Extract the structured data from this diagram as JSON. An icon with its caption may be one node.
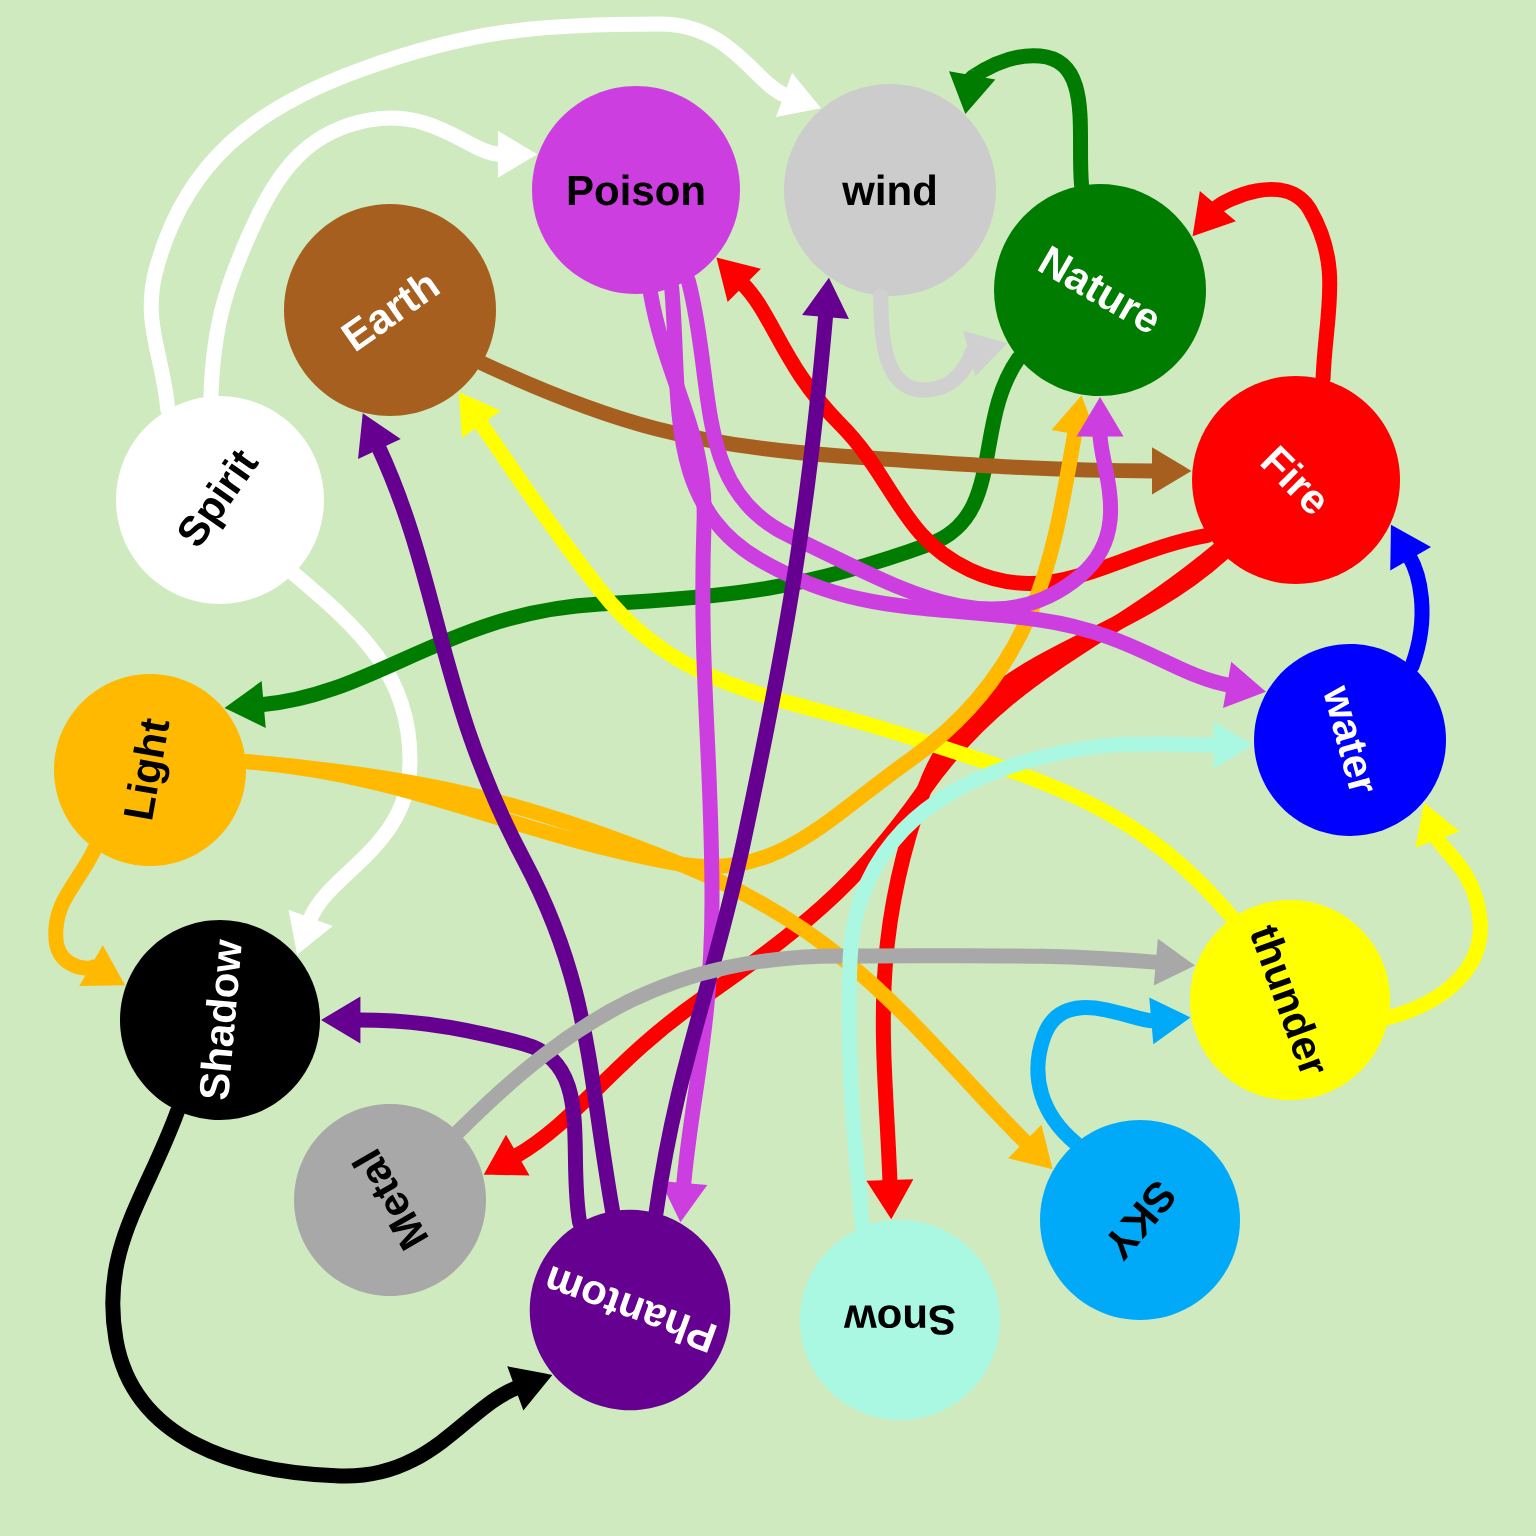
{
  "diagram": {
    "nodes": [
      {
        "text": [
          "Poison"
        ]
      },
      {
        "text": [
          "wind"
        ]
      },
      {
        "text": [
          "Nature"
        ]
      },
      {
        "text": [
          "Earth"
        ]
      },
      {
        "text": [
          "Spirit"
        ]
      },
      {
        "text": [
          "Fire"
        ]
      },
      {
        "text": [
          "Light"
        ]
      },
      {
        "text": [
          "water"
        ]
      },
      {
        "text": [
          "Shadow"
        ]
      },
      {
        "text": [
          "thunder"
        ]
      },
      {
        "text": [
          "Metal"
        ]
      },
      {
        "text": [
          "Phantom"
        ]
      },
      {
        "text": [
          "Snow"
        ]
      },
      {
        "text": [
          "SKY"
        ]
      }
    ],
    "edges": [
      {
        "from": 4,
        "to": 0,
        "arrow": "to",
        "color": "#ffffff"
      },
      {
        "from": 4,
        "to": 1,
        "arrow": "to",
        "color": "#ffffff"
      },
      {
        "from": 4,
        "to": 8,
        "arrow": "to",
        "color": "#ffffff"
      },
      {
        "from": 2,
        "to": 1,
        "arrow": "to",
        "color": "#007c00"
      },
      {
        "from": 2,
        "to": 6,
        "arrow": "to",
        "color": "#007c00"
      },
      {
        "from": 1,
        "to": 2,
        "arrow": "to",
        "color": "#d0d0d0"
      },
      {
        "from": 3,
        "to": 5,
        "arrow": "to",
        "color": "#a65f1e"
      },
      {
        "from": 5,
        "to": 2,
        "arrow": "to",
        "color": "#ff0000"
      },
      {
        "from": 5,
        "to": 0,
        "arrow": "to",
        "color": "#ff0000"
      },
      {
        "from": 5,
        "to": 10,
        "arrow": "to",
        "color": "#ff0000"
      },
      {
        "from": 5,
        "to": 12,
        "arrow": "to",
        "color": "#ff0000"
      },
      {
        "from": 7,
        "to": 5,
        "arrow": "to",
        "color": "#0000ff"
      },
      {
        "from": 9,
        "to": 7,
        "arrow": "to",
        "color": "#ffff00"
      },
      {
        "from": 9,
        "to": 3,
        "arrow": "to",
        "color": "#ffff00"
      },
      {
        "from": 6,
        "to": 8,
        "arrow": "to",
        "color": "#ffb900"
      },
      {
        "from": 6,
        "to": 2,
        "arrow": "to",
        "color": "#ffb900"
      },
      {
        "from": 6,
        "to": 13,
        "arrow": "to",
        "color": "#ffb900"
      },
      {
        "from": 0,
        "to": 2,
        "arrow": "to",
        "color": "#cc3ee0"
      },
      {
        "from": 0,
        "to": 7,
        "arrow": "to",
        "color": "#cc3ee0"
      },
      {
        "from": 0,
        "to": 11,
        "arrow": "to",
        "color": "#cc3ee0"
      },
      {
        "from": 11,
        "to": 1,
        "arrow": "to",
        "color": "#650090"
      },
      {
        "from": 11,
        "to": 3,
        "arrow": "to",
        "color": "#650090"
      },
      {
        "from": 11,
        "to": 8,
        "arrow": "to",
        "color": "#650090"
      },
      {
        "from": 8,
        "to": 11,
        "arrow": "to",
        "color": "#000000"
      },
      {
        "from": 10,
        "to": 9,
        "arrow": "to",
        "color": "#a8a8a8"
      },
      {
        "from": 12,
        "to": 7,
        "arrow": "to",
        "color": "#aaf8e2"
      },
      {
        "from": 13,
        "to": 9,
        "arrow": "to",
        "color": "#00aaf8"
      }
    ]
  }
}
